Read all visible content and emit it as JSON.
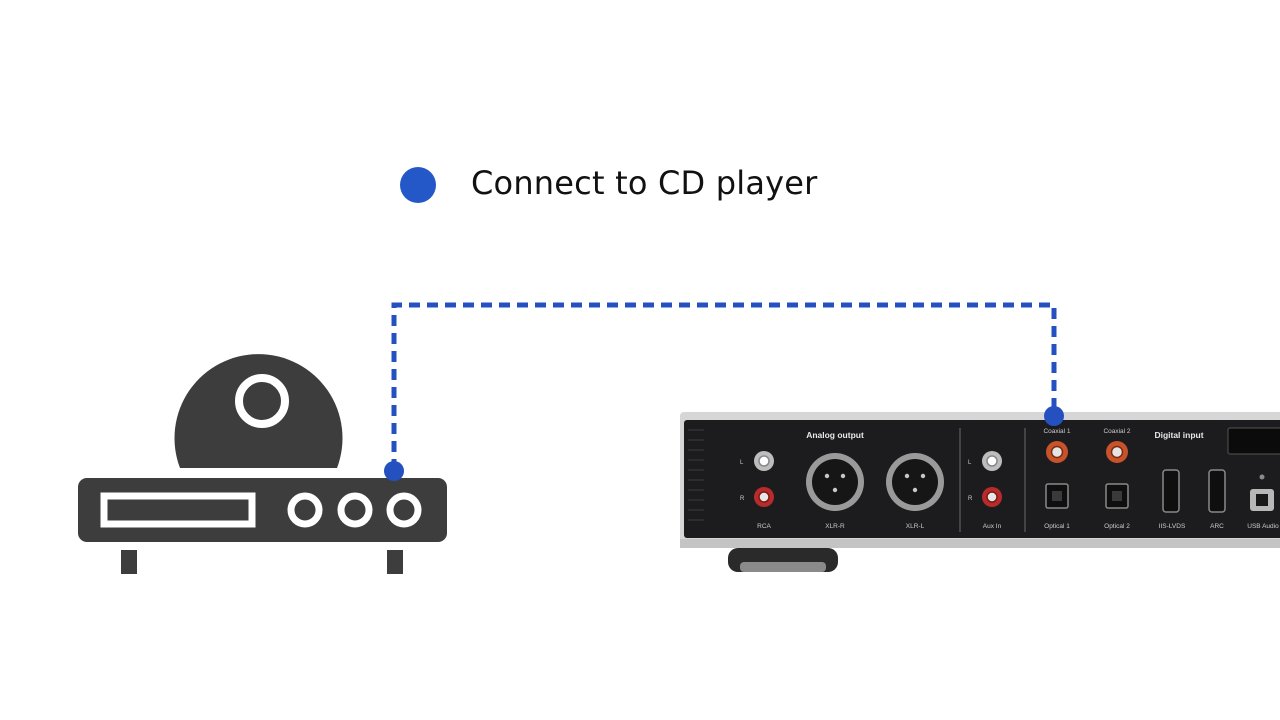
{
  "legend": {
    "label": "Connect to CD player",
    "dot_color": "#2458c8"
  },
  "colors": {
    "connection": "#2551c0",
    "cd_player": "#3d3d3d",
    "panel": "#1c1c1e",
    "chassis": "#d9d9d9",
    "rca_red": "#b92b2b",
    "coax_orange": "#c8532a"
  },
  "device": {
    "sections": {
      "analog_output": "Analog output",
      "digital_input": "Digital input"
    },
    "channels": {
      "left": "L",
      "right": "R"
    },
    "ports": {
      "rca": "RCA",
      "xlr_r": "XLR-R",
      "xlr_l": "XLR-L",
      "aux_in": "Aux In",
      "coaxial1": "Coaxial 1",
      "coaxial2": "Coaxial 2",
      "optical1": "Optical 1",
      "optical2": "Optical 2",
      "iis_lvds": "IIS-LVDS",
      "arc": "ARC",
      "usb_audio": "USB Audio"
    }
  },
  "icons": {
    "cd_player": "cd-player-icon",
    "disc": "disc-icon"
  }
}
